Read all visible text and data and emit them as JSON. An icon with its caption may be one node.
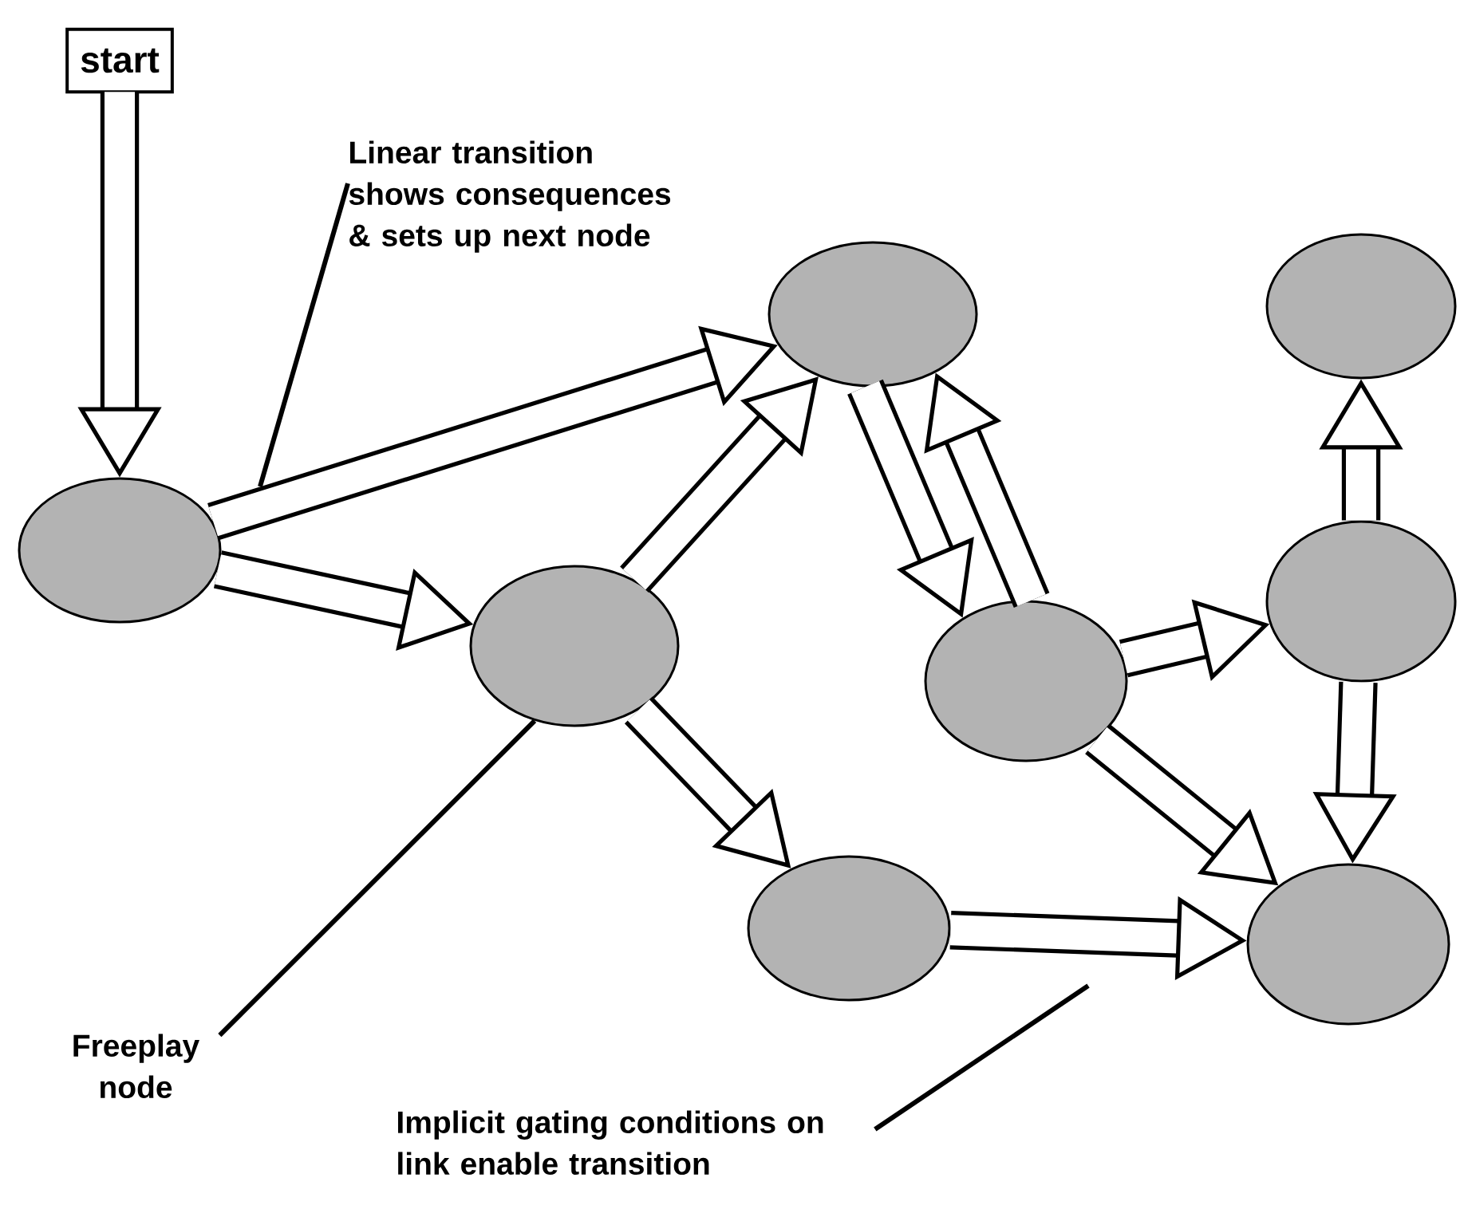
{
  "diagram": {
    "nodes": [
      {
        "text": [
          "start"
        ]
      },
      {
        "text": [],
        "shape": "ellipse"
      },
      {
        "text": [],
        "shape": "ellipse"
      },
      {
        "text": [],
        "shape": "ellipse"
      },
      {
        "text": [],
        "shape": "ellipse"
      },
      {
        "text": [],
        "shape": "ellipse"
      },
      {
        "text": [],
        "shape": "ellipse"
      },
      {
        "text": [],
        "shape": "ellipse"
      },
      {
        "text": [],
        "shape": "ellipse"
      },
      {
        "text": [
          "Linear transition shows consequences & sets up next node"
        ]
      },
      {
        "text": [
          "Freeplay node"
        ]
      },
      {
        "text": [
          "Implicit gating conditions on link enable transition"
        ]
      }
    ],
    "edges": [
      {
        "from": 0,
        "to": 1,
        "arrow": "to"
      },
      {
        "from": 1,
        "to": 2,
        "arrow": "to"
      },
      {
        "from": 1,
        "to": 4,
        "arrow": "to"
      },
      {
        "from": 4,
        "to": 2,
        "arrow": "to"
      },
      {
        "from": 4,
        "to": 7,
        "arrow": "to"
      },
      {
        "from": 2,
        "to": 5,
        "arrow": "to"
      },
      {
        "from": 5,
        "to": 2,
        "arrow": "to"
      },
      {
        "from": 5,
        "to": 6,
        "arrow": "to"
      },
      {
        "from": 5,
        "to": 8,
        "arrow": "to"
      },
      {
        "from": 6,
        "to": 3,
        "arrow": "to"
      },
      {
        "from": 6,
        "to": 8,
        "arrow": "to"
      },
      {
        "from": 7,
        "to": 8,
        "arrow": "to"
      },
      {
        "from": 9,
        "to": null,
        "arrow": "none"
      },
      {
        "from": 10,
        "to": 4,
        "arrow": "none"
      },
      {
        "from": 11,
        "to": null,
        "arrow": "none"
      }
    ]
  }
}
